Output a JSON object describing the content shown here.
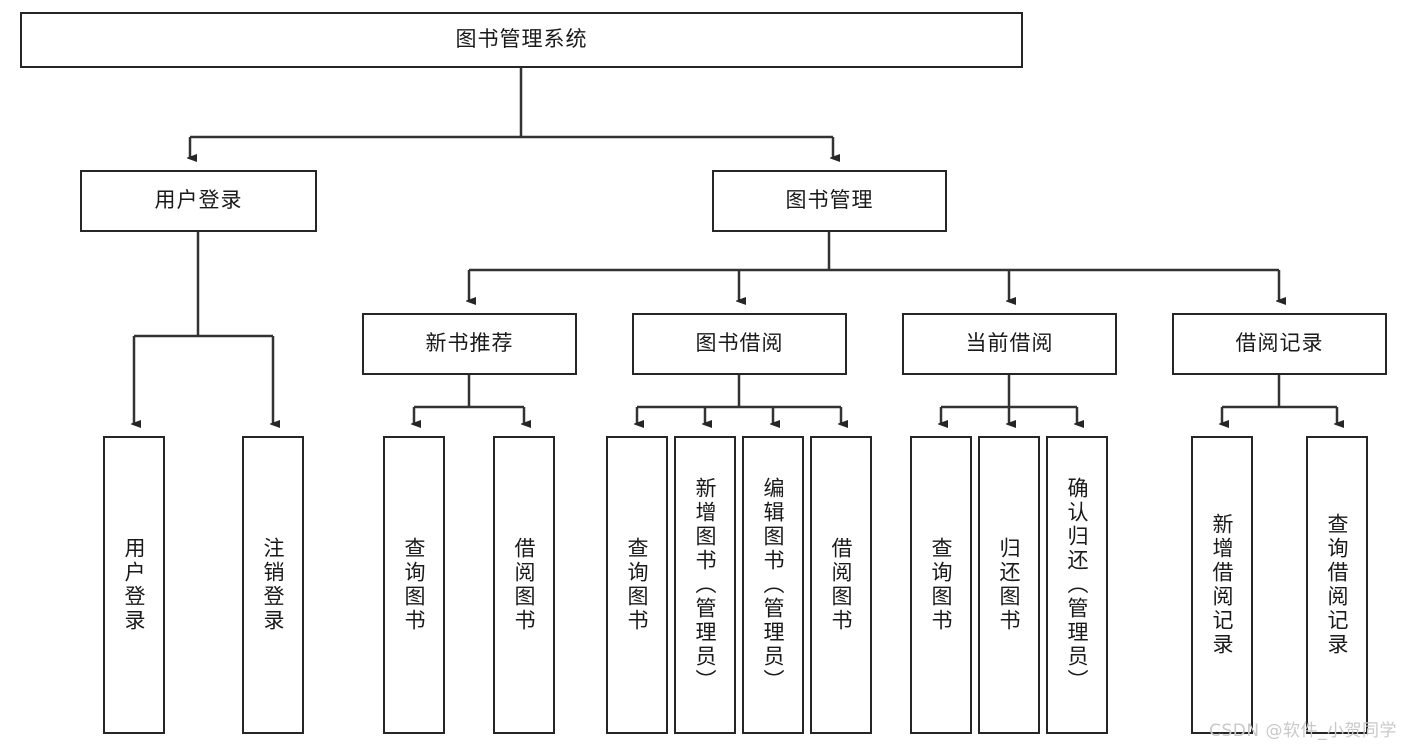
{
  "diagram": {
    "title": "图书管理系统",
    "type": "tree-hierarchy",
    "root": {
      "label": "图书管理系统"
    },
    "level1": [
      {
        "label": "用户登录"
      },
      {
        "label": "图书管理"
      }
    ],
    "level2": [
      {
        "label": "新书推荐"
      },
      {
        "label": "图书借阅"
      },
      {
        "label": "当前借阅"
      },
      {
        "label": "借阅记录"
      }
    ],
    "leaves": {
      "user_login": [
        {
          "label": "用户登录"
        },
        {
          "label": "注销登录"
        }
      ],
      "new_book_recommend": [
        {
          "label": "查询图书"
        },
        {
          "label": "借阅图书"
        }
      ],
      "book_borrow": [
        {
          "label": "查询图书"
        },
        {
          "label": "新增图书（管理员）"
        },
        {
          "label": "编辑图书（管理员）"
        },
        {
          "label": "借阅图书"
        }
      ],
      "current_borrow": [
        {
          "label": "查询图书"
        },
        {
          "label": "归还图书"
        },
        {
          "label": "确认归还（管理员）"
        }
      ],
      "borrow_record": [
        {
          "label": "新增借阅记录"
        },
        {
          "label": "查询借阅记录"
        }
      ]
    }
  },
  "watermark": {
    "text": "CSDN @软件_小贺同学"
  },
  "colors": {
    "border": "#262626",
    "background": "#ffffff",
    "text": "#1a1a1a",
    "connector": "#333333",
    "watermark": "#c9c9c9"
  }
}
